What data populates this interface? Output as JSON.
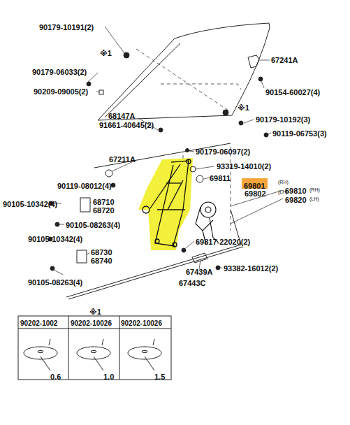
{
  "diagram": {
    "nodes": [
      {
        "text": [
          "69801"
        ]
      }
    ],
    "labels": [
      "90179-10191(2)",
      "※1",
      "90179-06033(2)",
      "90209-09005(2)",
      "67241A",
      "90154-60027(4)",
      "68147A",
      "91661-40645(2)",
      "※1",
      "90179-10192(3)",
      "90119-06753(3)",
      "67211A",
      "90179-06097(2)",
      "93319-14010(2)",
      "69811",
      "(RH)",
      "69802",
      "(LH)",
      "69810",
      "(RH)",
      "69820",
      "(LH)",
      "90119-08012(4)",
      "90105-10342(4)",
      "68710",
      "68720",
      "90105-08263(4)",
      "90105-10342(4)",
      "68730",
      "68740",
      "69817-22020(2)",
      "67439A",
      "67443C",
      "93382-16012(2)",
      "90105-08263(4)",
      "※1",
      "90202-1002",
      "90202-10026",
      "90202-10026",
      "0.6",
      "1.0",
      "1.5"
    ]
  }
}
